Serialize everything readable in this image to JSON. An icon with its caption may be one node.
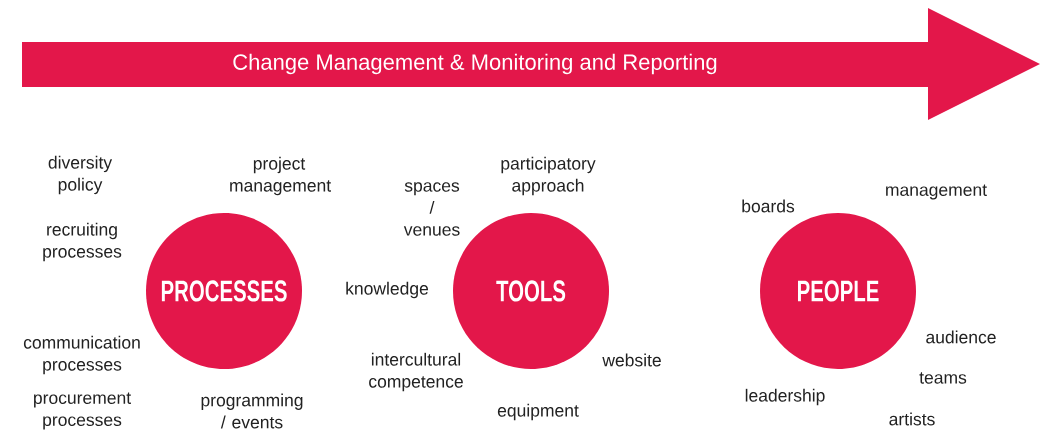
{
  "diagram": {
    "nodes": [
      {
        "text": [
          "Change Management & Monitoring and Reporting"
        ]
      },
      {
        "text": [
          "PROCESSES"
        ],
        "beside": [
          "diversity policy",
          "project management",
          "recruiting processes",
          "communication processes",
          "procurement processes",
          "programming / events"
        ]
      },
      {
        "text": [
          "TOOLS"
        ],
        "beside": [
          "spaces / venues",
          "participatory approach",
          "knowledge",
          "intercultural competence",
          "website",
          "equipment"
        ]
      },
      {
        "text": [
          "PEOPLE"
        ],
        "beside": [
          "boards",
          "management",
          "audience",
          "leadership",
          "teams",
          "artists"
        ]
      }
    ]
  }
}
